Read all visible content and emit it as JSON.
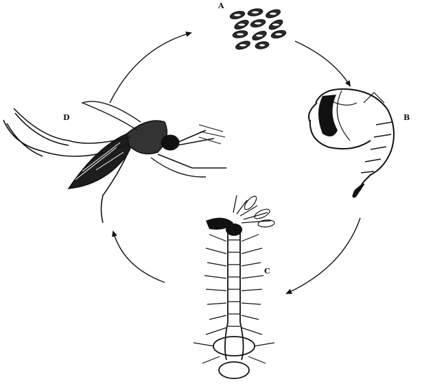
{
  "diagram": {
    "stages": [
      {
        "id": "A",
        "label": "A"
      },
      {
        "id": "B",
        "label": "B"
      },
      {
        "id": "C",
        "label": "C"
      },
      {
        "id": "D",
        "label": "D"
      }
    ]
  },
  "colors": {
    "ink": "#111111",
    "paper": "#ffffff"
  },
  "icons": {
    "A": "eggs-icon",
    "B": "pupa-icon",
    "C": "larva-icon",
    "D": "adult-mosquito-icon"
  }
}
